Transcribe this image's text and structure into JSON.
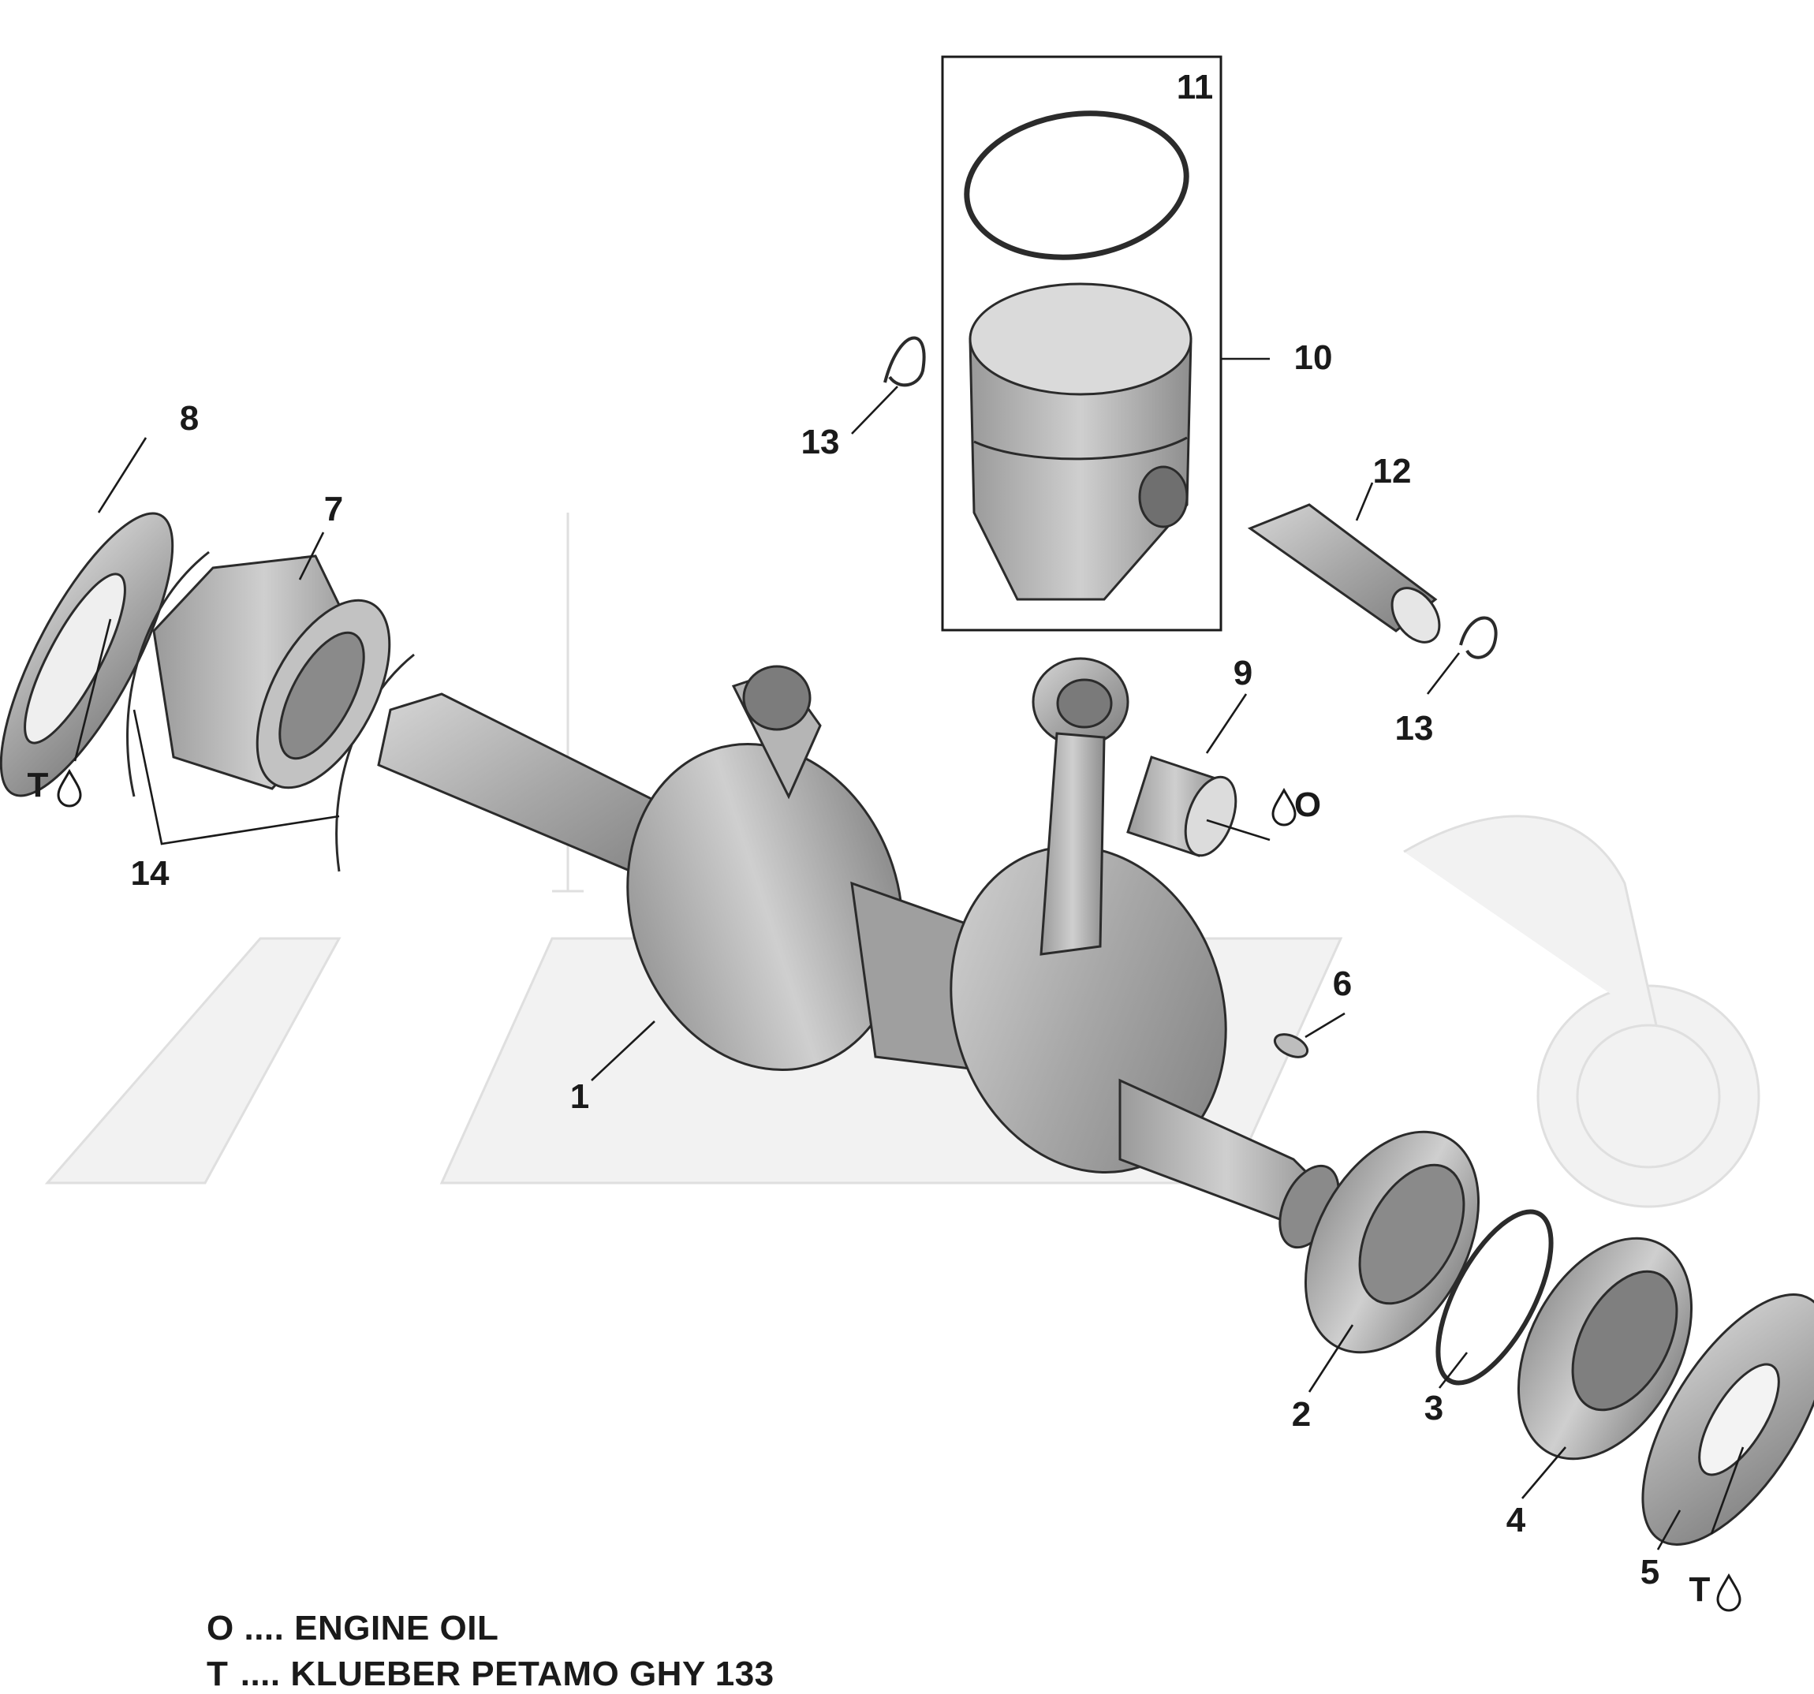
{
  "callouts": [
    {
      "id": "1",
      "label": "1"
    },
    {
      "id": "2",
      "label": "2"
    },
    {
      "id": "3",
      "label": "3"
    },
    {
      "id": "4",
      "label": "4"
    },
    {
      "id": "5",
      "label": "5"
    },
    {
      "id": "6",
      "label": "6"
    },
    {
      "id": "7",
      "label": "7"
    },
    {
      "id": "8",
      "label": "8"
    },
    {
      "id": "9",
      "label": "9"
    },
    {
      "id": "10",
      "label": "10"
    },
    {
      "id": "11",
      "label": "11"
    },
    {
      "id": "12",
      "label": "12"
    },
    {
      "id": "13a",
      "label": "13"
    },
    {
      "id": "13b",
      "label": "13"
    },
    {
      "id": "14",
      "label": "14"
    }
  ],
  "lubricant_marks": [
    {
      "id": "mark-8",
      "code": "T"
    },
    {
      "id": "mark-9",
      "code": "O"
    },
    {
      "id": "mark-5",
      "code": "T"
    }
  ],
  "legend": [
    {
      "code": "O",
      "separator": "....",
      "text": "ENGINE OIL"
    },
    {
      "code": "T",
      "separator": "....",
      "text": "KLUEBER PETAMO GHY 133"
    }
  ],
  "colors": {
    "part_fill": "#a9a9a9",
    "part_light": "#cfcfcf",
    "ink": "#1a1a1a",
    "watermark": "#f1f1f1"
  }
}
